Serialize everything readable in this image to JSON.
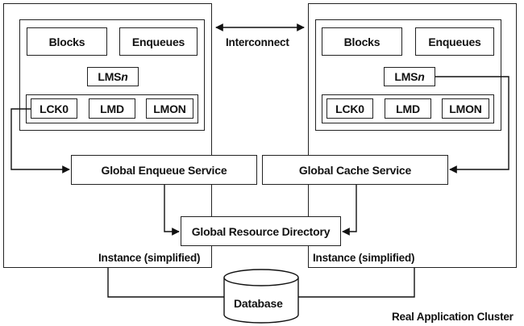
{
  "diagram": {
    "interconnect_label": "Interconnect",
    "left_instance": {
      "blocks": "Blocks",
      "enqueues": "Enqueues",
      "lms_prefix": "LMS",
      "lms_suffix": "n",
      "lck0": "LCK0",
      "lmd": "LMD",
      "lmon": "LMON",
      "caption": "Instance (simplified)"
    },
    "right_instance": {
      "blocks": "Blocks",
      "enqueues": "Enqueues",
      "lms_prefix": "LMS",
      "lms_suffix": "n",
      "lck0": "LCK0",
      "lmd": "LMD",
      "lmon": "LMON",
      "caption": "Instance (simplified)"
    },
    "global_enqueue_service": "Global Enqueue Service",
    "global_cache_service": "Global Cache Service",
    "global_resource_directory": "Global Resource Directory",
    "database": "Database",
    "cluster_caption": "Real Application Cluster"
  }
}
